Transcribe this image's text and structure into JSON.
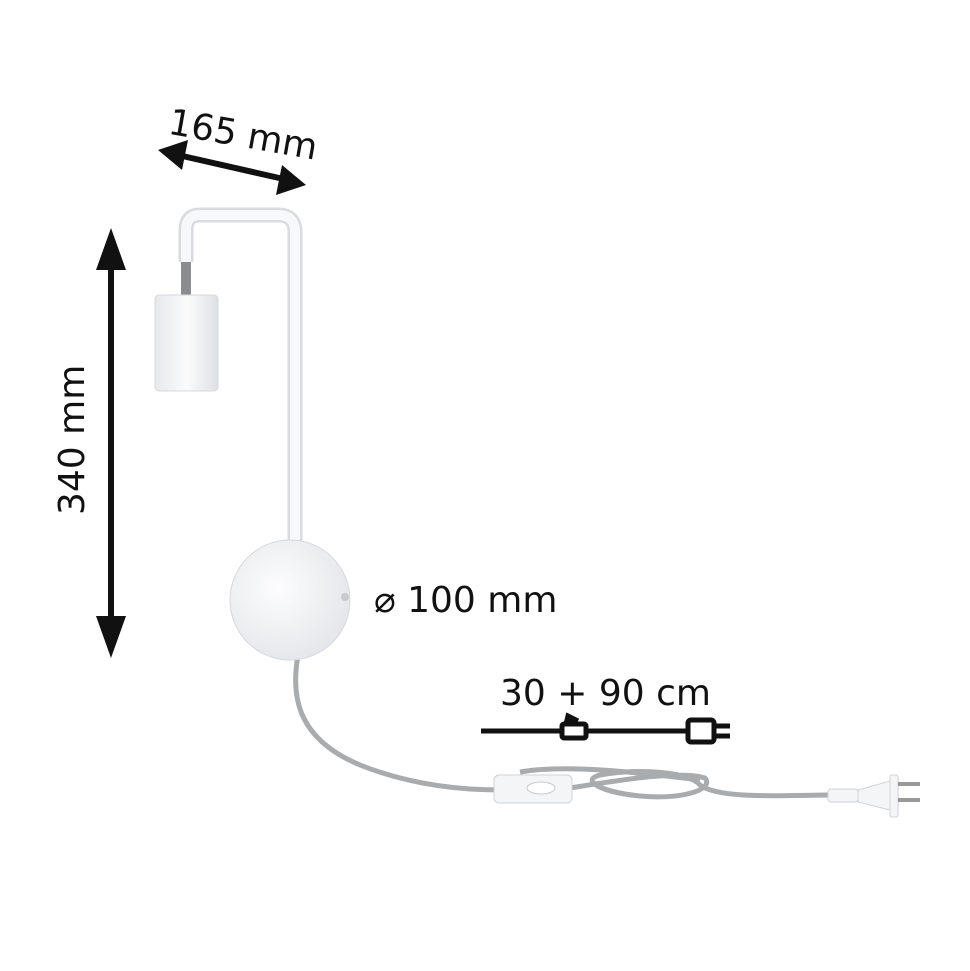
{
  "dimensions": {
    "width_label": "165 mm",
    "height_label": "340 mm",
    "diameter_label": "⌀ 100 mm",
    "cable_label": "30 + 90 cm"
  },
  "colors": {
    "ink": "#111111",
    "lamp": "#f4f5f7",
    "cable": "#a9abad"
  }
}
